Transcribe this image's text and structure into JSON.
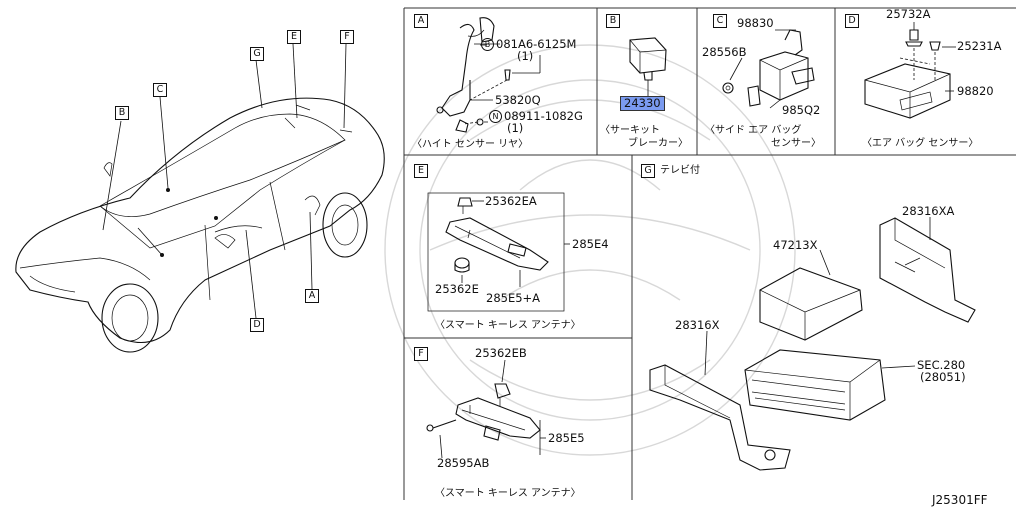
{
  "overview": {
    "callouts": [
      "B",
      "C",
      "G",
      "E",
      "F",
      "D",
      "A"
    ]
  },
  "panel_A": {
    "letter": "A",
    "bolt_mark": "B",
    "bolt_part": "081A6-6125M",
    "bolt_qty": "(1)",
    "sensor_part": "53820Q",
    "nut_mark": "N",
    "nut_part": "08911-1082G",
    "nut_qty": "(1)",
    "caption": "〈ハイト センサー リヤ〉"
  },
  "panel_B": {
    "letter": "B",
    "part": "24330",
    "caption_line1": "〈サーキット",
    "caption_line2": "ブレーカー〉",
    "highlight_color": "#7b9bf0"
  },
  "panel_C": {
    "letter": "C",
    "part_top": "98830",
    "part_left": "28556B",
    "part_right": "985Q2",
    "caption_line1": "〈サイド エア バッグ",
    "caption_line2": "センサー〉"
  },
  "panel_D": {
    "letter": "D",
    "part_top": "25732A",
    "part_bolt": "25231A",
    "part_unit": "98820",
    "caption": "〈エア バッグ センサー〉"
  },
  "panel_E": {
    "letter": "E",
    "part_clip": "25362EA",
    "part_antenna": "285E4",
    "part_grommet": "25362E",
    "part_bracket": "285E5+A",
    "caption": "〈スマート キーレス アンテナ〉"
  },
  "panel_F": {
    "letter": "F",
    "part_clip": "25362EB",
    "part_antenna": "285E5",
    "part_screw": "28595AB",
    "caption": "〈スマート キーレス アンテナ〉"
  },
  "panel_G": {
    "letter": "G",
    "heading": "テレビ付",
    "part_bracket_right": "28316XA",
    "part_module": "47213X",
    "part_bracket_left": "28316X",
    "part_unit_ref": "SEC.280",
    "part_unit_ref_sub": "(28051)"
  },
  "diagram_id": "J25301FF"
}
